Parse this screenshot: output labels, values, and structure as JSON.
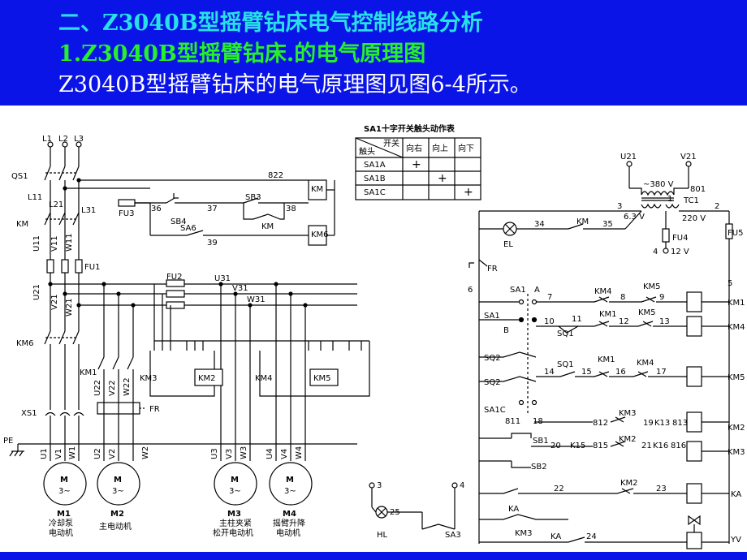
{
  "header": {
    "line1": "二、Z3040B型摇臂钻床电气控制线路分析",
    "line2": "1.Z3040B型摇臂钻床.的电气原理图",
    "line3": "Z3040B型摇臂钻床的电气原理图见图6-4所示。"
  },
  "colors": {
    "header_bg": "#0a14e6",
    "line1": "#27e0e8",
    "line2": "#27ef2b",
    "line3": "#ffffff"
  },
  "table": {
    "title": "SA1十字开关触头动作表",
    "corner_top": "开关",
    "corner_bottom": "触头",
    "cols": [
      "向右",
      "向上",
      "向下"
    ],
    "rows": [
      {
        "name": "SA1A",
        "marks": [
          "+",
          "",
          ""
        ]
      },
      {
        "name": "SA1B",
        "marks": [
          "",
          "+",
          ""
        ]
      },
      {
        "name": "SA1C",
        "marks": [
          "",
          "",
          "+"
        ]
      }
    ]
  },
  "power": {
    "lines": [
      "L1",
      "L2",
      "L3"
    ],
    "qs1": "QS1",
    "l11": "L11",
    "l21": "L21",
    "l31": "L31",
    "km": "KM",
    "u11": "U11",
    "v11": "V11",
    "w11": "W11",
    "fu1": "FU1",
    "u21": "U21",
    "v21": "V21",
    "w21": "W21",
    "km6": "KM6",
    "xs1": "XS1",
    "pe": "PE",
    "fu2": "FU2",
    "u31": "U31",
    "v31": "V31",
    "w31": "W31",
    "km1": "KM1",
    "km3": "KM3",
    "km2": "KM2",
    "km4": "KM4",
    "km5": "KM5",
    "fr": "FR",
    "u22": "U22",
    "v22": "V22",
    "w22": "W22"
  },
  "motors": [
    {
      "symbol": "M",
      "phase": "3~",
      "name": "M1",
      "desc1": "冷却泵",
      "desc2": "电动机",
      "t": [
        "U1",
        "V1",
        "W1"
      ]
    },
    {
      "symbol": "M",
      "phase": "3~",
      "name": "M2",
      "desc1": "主电动机",
      "desc2": "",
      "t": [
        "U2",
        "V2",
        "W2"
      ]
    },
    {
      "symbol": "M",
      "phase": "3~",
      "name": "M3",
      "desc1": "主柱夹紧",
      "desc2": "松开电动机",
      "t": [
        "U3",
        "V3",
        "W3"
      ]
    },
    {
      "symbol": "M",
      "phase": "3~",
      "name": "M4",
      "desc1": "摇臂升降",
      "desc2": "电动机",
      "t": [
        "U4",
        "V4",
        "W4"
      ]
    }
  ],
  "ctrl": {
    "n822": "822",
    "fu3": "FU3",
    "n36": "36",
    "n37": "37",
    "sb3": "SB3",
    "n38": "38",
    "km_coil": "KM",
    "km_contact": "KM",
    "sb4": "SB4",
    "sa6": "SA6",
    "n39": "39",
    "km6": "KM6"
  },
  "right": {
    "u21": "U21",
    "v21": "V21",
    "v380": "~380 V",
    "n801": "801",
    "tc1": "TC1",
    "n3": "3",
    "v63": "6.3 V",
    "n1": "1",
    "v220": "220 V",
    "n2": "2",
    "fu4": "FU4",
    "n4": "4",
    "v12": "12 V",
    "fu5": "FU5",
    "el": "EL",
    "n34": "34",
    "km": "KM",
    "n35": "35",
    "fr": "FR",
    "n6": "6",
    "n5": "5",
    "sa1": "SA1",
    "a": "A",
    "b": "B",
    "n7": "7",
    "n8": "8",
    "n9": "9",
    "n10": "10",
    "n11": "11",
    "n12": "12",
    "n13": "13",
    "sq1": "SQ1",
    "sq2": "SQ2",
    "n14": "14",
    "n15": "15",
    "n16": "16",
    "n17": "17",
    "sa1c": "SA1C",
    "n811": "811",
    "n18": "18",
    "km4": "KM4",
    "km5": "KM5",
    "km1": "KM1",
    "km3": "KM3",
    "km2": "KM2",
    "n812": "812",
    "n19": "19",
    "k13": "K13",
    "n813": "813",
    "sb1": "SB1",
    "n20": "20",
    "k15": "K15",
    "n815": "815",
    "n21": "21",
    "k16": "K16",
    "n816": "816",
    "sb2": "SB2",
    "n22": "22",
    "n23": "23",
    "ka": "KA",
    "n24": "24",
    "yv": "YV",
    "hl": "HL",
    "n25": "25",
    "sa3": "SA3",
    "n3b": "3",
    "n4b": "4",
    "coils": [
      "KM1",
      "KM4",
      "KM5",
      "KM2",
      "KM3",
      "KA",
      "YV"
    ]
  }
}
